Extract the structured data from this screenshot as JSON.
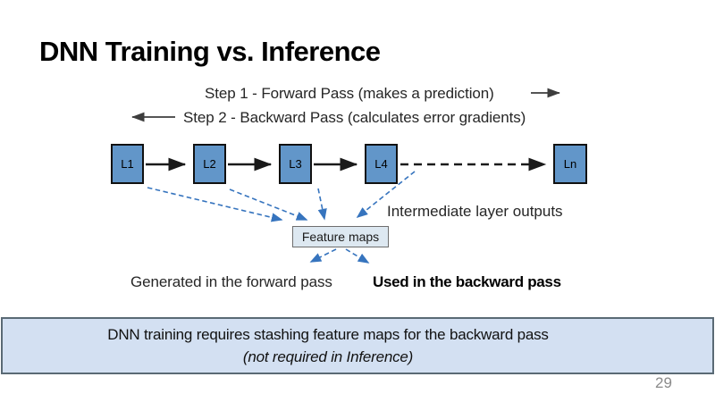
{
  "slide": {
    "title": "DNN Training vs. Inference",
    "page_number": "29"
  },
  "steps": {
    "step1": "Step 1 - Forward Pass (makes a prediction)",
    "step2": "Step 2 - Backward Pass (calculates error gradients)"
  },
  "diagram": {
    "layers": [
      "L1",
      "L2",
      "L3",
      "L4",
      "Ln"
    ],
    "feature_maps_label": "Feature maps",
    "intermediate_label": "Intermediate layer outputs",
    "generated_label": "Generated in the forward pass",
    "used_label": "Used in the backward pass"
  },
  "banner": {
    "line1": "DNN training requires stashing feature maps for the backward pass",
    "line2": "(not required in Inference)"
  },
  "colors": {
    "layer_box_fill": "#6296C9",
    "arrow_blue": "#3674BE",
    "feature_maps_fill": "#DDE8F1",
    "banner_fill": "#D3E0F2",
    "banner_border": "#5A6A75"
  }
}
